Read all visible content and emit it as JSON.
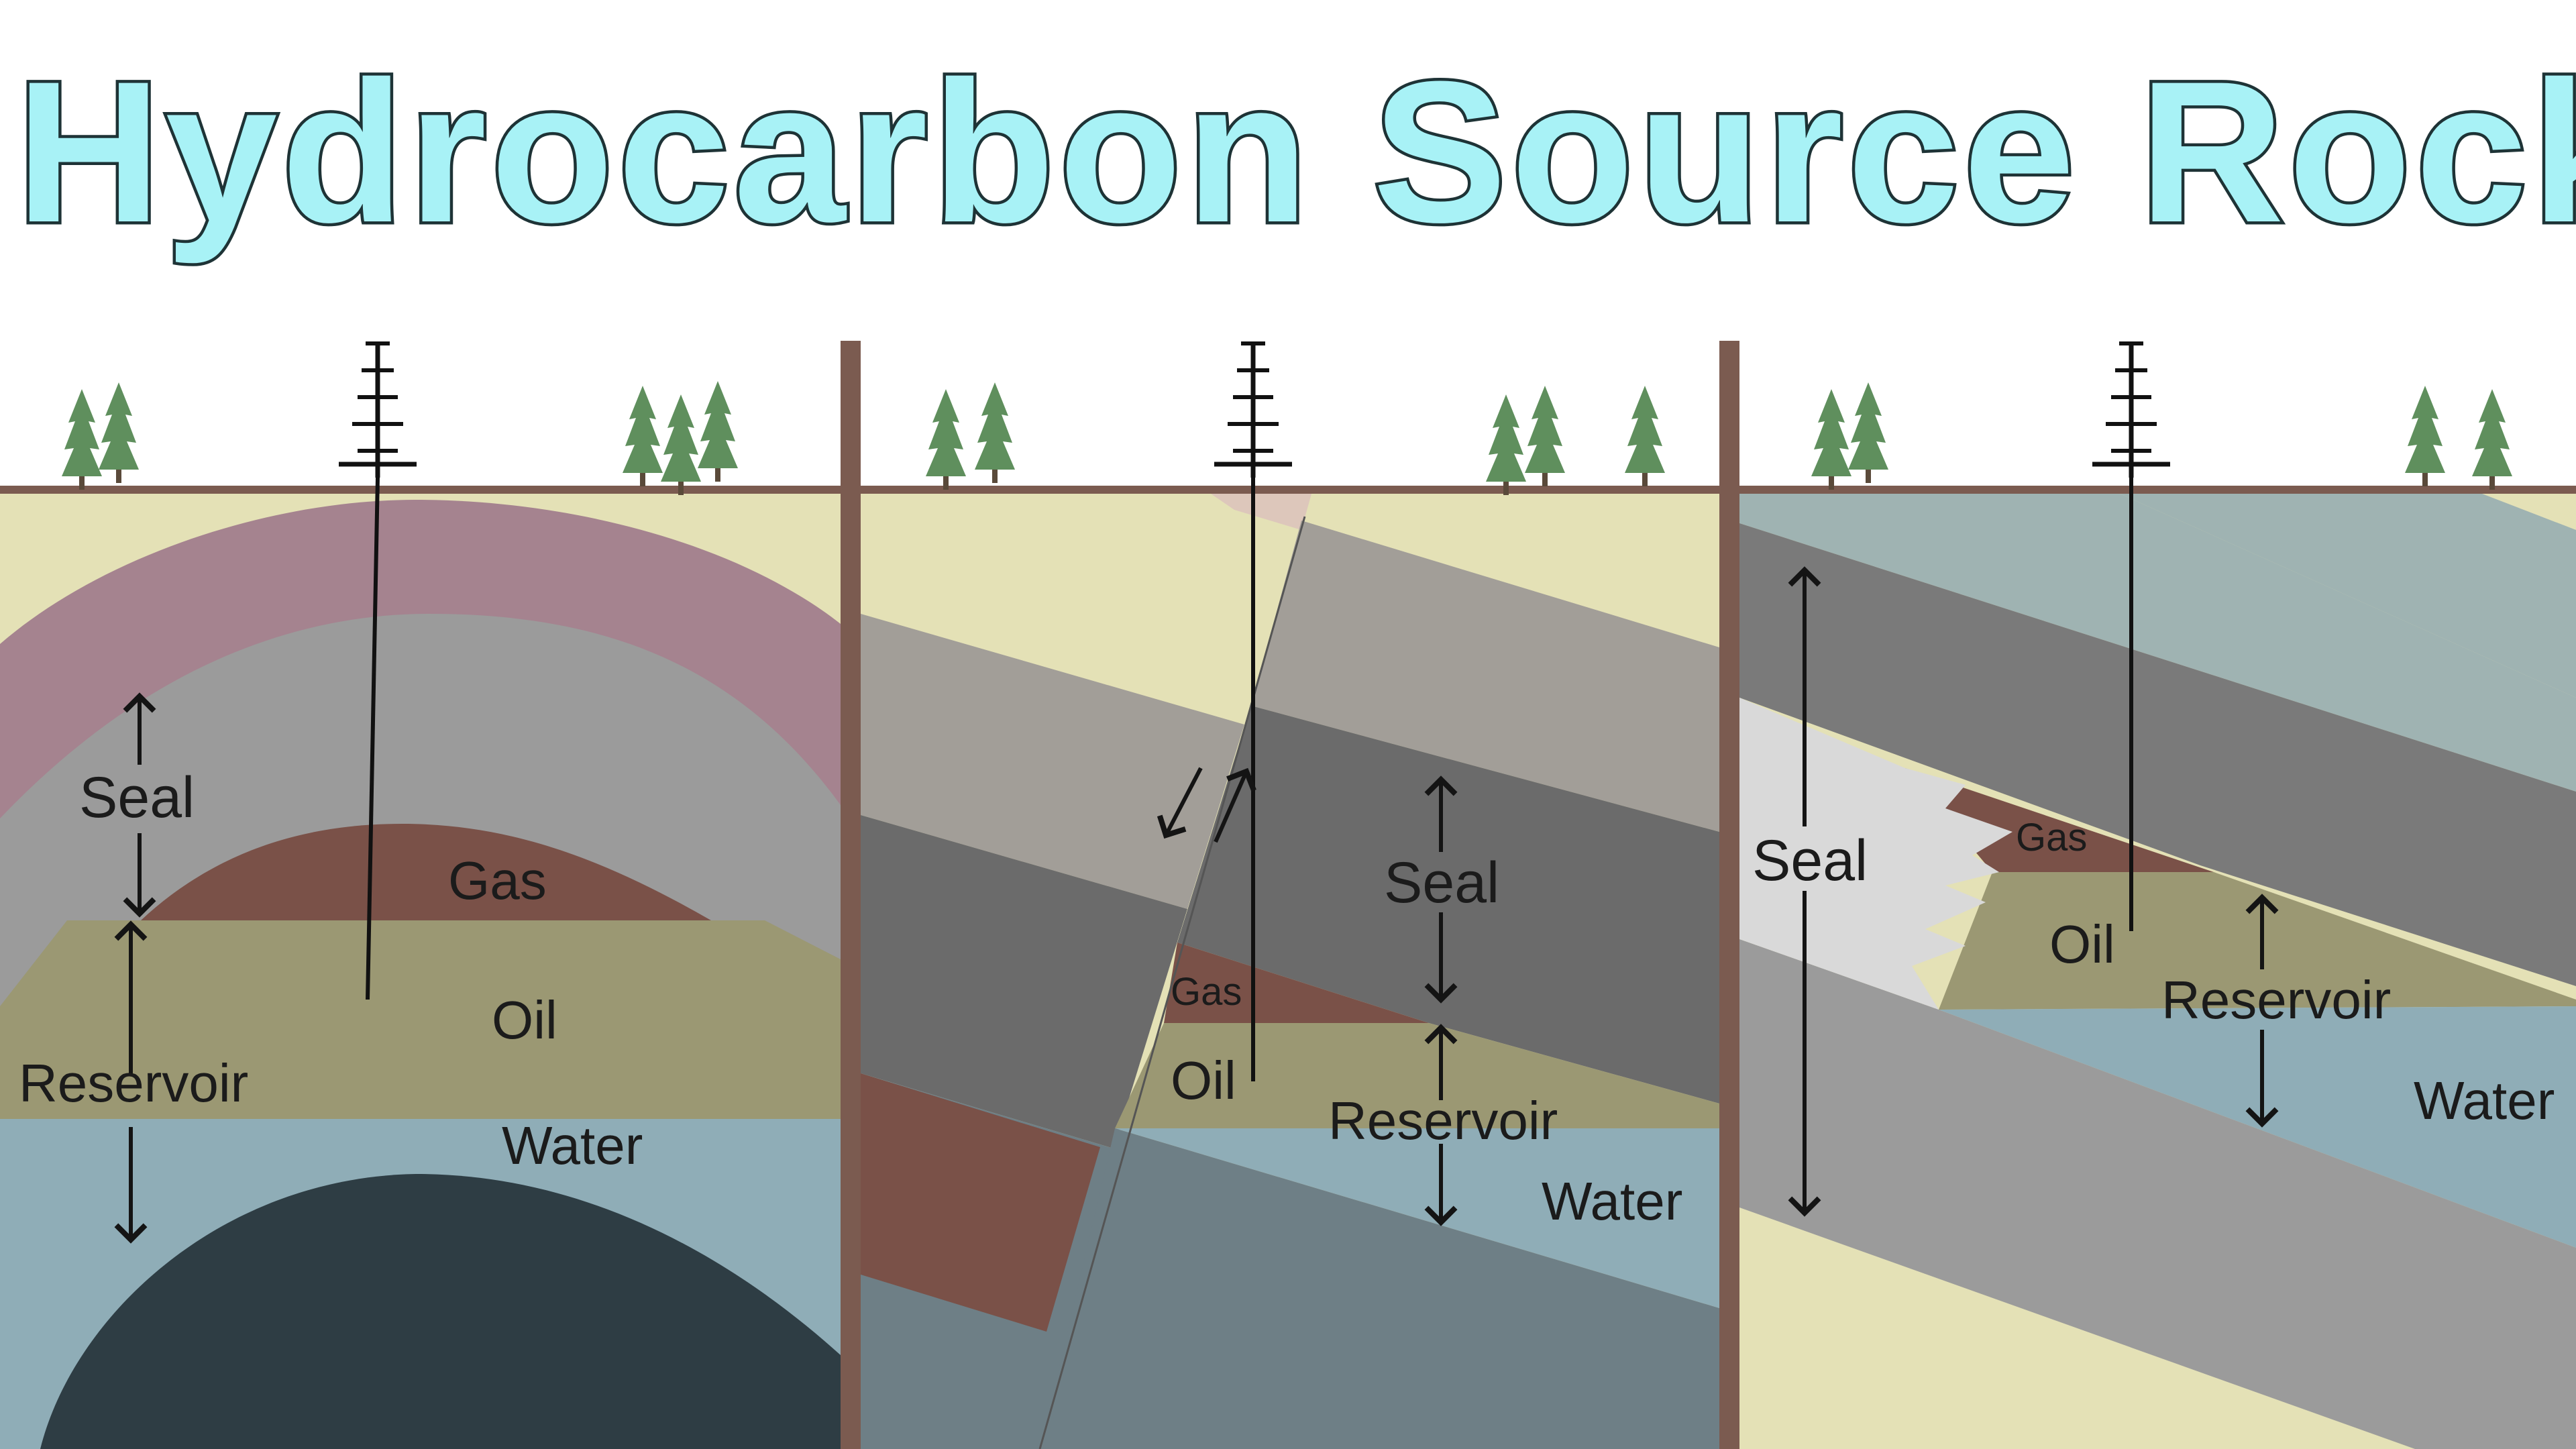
{
  "title": "Hydrocarbon Source Rock",
  "colors": {
    "sky": "#ffffff",
    "surface_line": "#7b5b50",
    "divider": "#7b5b50",
    "sand": "#e4e1b6",
    "cap_pink": "#a5838f",
    "seal_gray": "#9b9b9b",
    "seal_dark": "#6b6b6b",
    "gas": "#7a5148",
    "oil": "#9b9873",
    "water": "#8fadb7",
    "basement": "#2e3d44",
    "slate": "#6e7f86",
    "light_seal": "#d9d9d9",
    "teal_gray": "#9fb3b2",
    "tree": "#5f8f5d",
    "title_fill": "#a8f2f6",
    "title_stroke": "#1e3336"
  },
  "icons": [
    "tree-icon",
    "derrick-icon",
    "arrow-icon"
  ],
  "panels": [
    {
      "name": "anticline-trap",
      "labels": {
        "seal": "Seal",
        "gas": "Gas",
        "oil": "Oil",
        "reservoir": "Reservoir",
        "water": "Water"
      }
    },
    {
      "name": "fault-trap",
      "labels": {
        "seal": "Seal",
        "gas": "Gas",
        "oil": "Oil",
        "reservoir": "Reservoir",
        "water": "Water"
      }
    },
    {
      "name": "stratigraphic-trap",
      "labels": {
        "seal": "Seal",
        "gas": "Gas",
        "oil": "Oil",
        "reservoir": "Reservoir",
        "water": "Water"
      }
    }
  ]
}
